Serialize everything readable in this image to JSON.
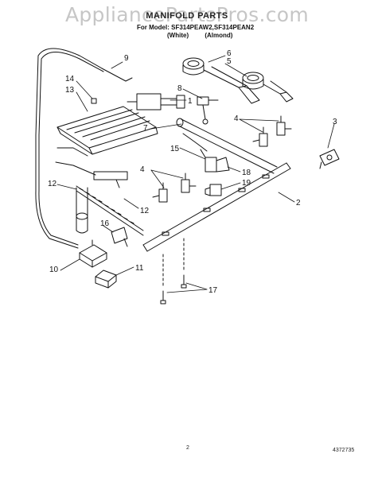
{
  "watermark": "AppliancePartsPros.com",
  "header": {
    "title": "MANIFOLD PARTS",
    "model_line": "For Model: SF314PEAW2,SF314PEAN2",
    "variants": [
      "(White)",
      "(Almond)"
    ]
  },
  "callouts": [
    {
      "id": "c1",
      "label": "1"
    },
    {
      "id": "c2",
      "label": "2"
    },
    {
      "id": "c3",
      "label": "3"
    },
    {
      "id": "c4a",
      "label": "4"
    },
    {
      "id": "c4b",
      "label": "4"
    },
    {
      "id": "c5",
      "label": "5"
    },
    {
      "id": "c6",
      "label": "6"
    },
    {
      "id": "c7",
      "label": "7"
    },
    {
      "id": "c8",
      "label": "8"
    },
    {
      "id": "c9",
      "label": "9"
    },
    {
      "id": "c10",
      "label": "10"
    },
    {
      "id": "c11",
      "label": "11"
    },
    {
      "id": "c12",
      "label": "12"
    },
    {
      "id": "c13",
      "label": "13"
    },
    {
      "id": "c14",
      "label": "14"
    },
    {
      "id": "c15",
      "label": "15"
    },
    {
      "id": "c16",
      "label": "16"
    },
    {
      "id": "c17",
      "label": "17"
    },
    {
      "id": "c18",
      "label": "18"
    },
    {
      "id": "c19",
      "label": "19"
    },
    {
      "id": "c20",
      "label": "20"
    }
  ],
  "footer": {
    "page_number": "2",
    "doc_number": "4372735"
  }
}
